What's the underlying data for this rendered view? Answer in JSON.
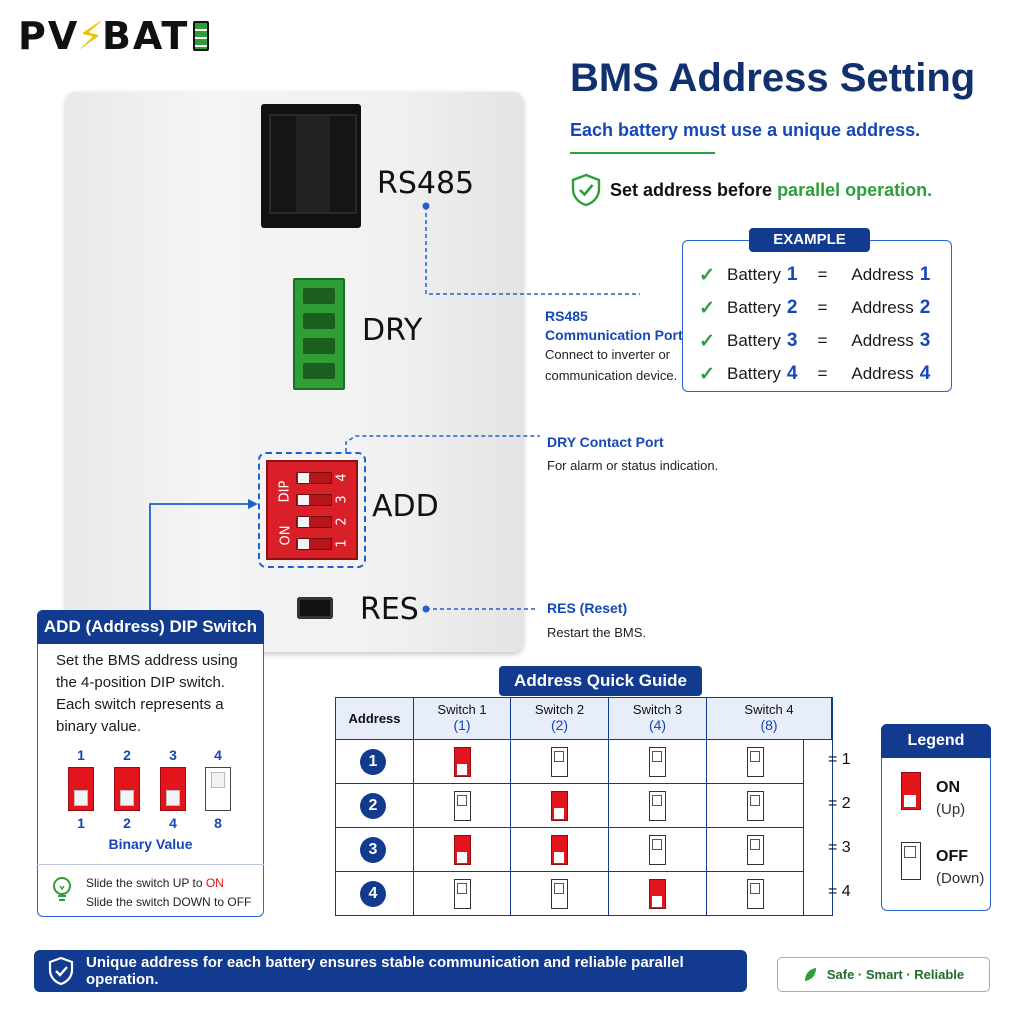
{
  "brand": {
    "logo_text_left": "PV",
    "logo_text_right": "BAT"
  },
  "colors": {
    "navy": "#123a8f",
    "blue": "#1547b8",
    "green": "#2e9e3a",
    "red": "#e3141c"
  },
  "title": "BMS Address Setting",
  "subtitle": "Each battery must use a unique address.",
  "notice": {
    "prefix": "Set address before ",
    "highlight": "parallel operation.",
    "icon": "shield-check-icon"
  },
  "device": {
    "labels": {
      "rs485": "RS485",
      "dry": "DRY",
      "add": "ADD",
      "res": "RES"
    },
    "dip_caption_top": "DIP",
    "dip_caption_bottom": "ON",
    "dip_numbers": [
      "4",
      "3",
      "2",
      "1"
    ]
  },
  "example": {
    "tag": "EXAMPLE",
    "rows": [
      {
        "battery": "Battery",
        "bnum": "1",
        "eq": "=",
        "address": "Address",
        "anum": "1"
      },
      {
        "battery": "Battery",
        "bnum": "2",
        "eq": "=",
        "address": "Address",
        "anum": "2"
      },
      {
        "battery": "Battery",
        "bnum": "3",
        "eq": "=",
        "address": "Address",
        "anum": "3"
      },
      {
        "battery": "Battery",
        "bnum": "4",
        "eq": "=",
        "address": "Address",
        "anum": "4"
      }
    ]
  },
  "callouts": {
    "rs485": {
      "title_line1": "RS485",
      "title_line2": "Communication Port",
      "text_line1": "Connect to inverter or",
      "text_line2": "communication device."
    },
    "dry": {
      "title": "DRY Contact Port",
      "text": "For alarm or status indication."
    },
    "res": {
      "title": "RES (Reset)",
      "text": "Restart the BMS."
    }
  },
  "add_box": {
    "title": "ADD (Address) DIP Switch",
    "desc": "Set the BMS address using the 4-position DIP switch. Each switch represents a binary value.",
    "switch_numbers": [
      "1",
      "2",
      "3",
      "4"
    ],
    "binary_values": [
      "1",
      "2",
      "4",
      "8"
    ],
    "switch_states": [
      "on",
      "on",
      "on",
      "off"
    ],
    "binary_label": "Binary Value",
    "tip_line1_prefix": "Slide the switch UP to ",
    "tip_line1_on": "ON",
    "tip_line2": "Slide the switch DOWN to OFF"
  },
  "quick_guide": {
    "title": "Address Quick Guide",
    "headers": [
      {
        "name": "Address",
        "sub": ""
      },
      {
        "name": "Switch 1",
        "sub": "(1)"
      },
      {
        "name": "Switch 2",
        "sub": "(2)"
      },
      {
        "name": "Switch 3",
        "sub": "(4)"
      },
      {
        "name": "Switch 4",
        "sub": "(8)"
      }
    ],
    "rows": [
      {
        "address": "1",
        "switches": [
          "on",
          "off",
          "off",
          "off"
        ],
        "equals": "= 1"
      },
      {
        "address": "2",
        "switches": [
          "off",
          "on",
          "off",
          "off"
        ],
        "equals": "= 2"
      },
      {
        "address": "3",
        "switches": [
          "on",
          "on",
          "off",
          "off"
        ],
        "equals": "= 3"
      },
      {
        "address": "4",
        "switches": [
          "off",
          "off",
          "on",
          "off"
        ],
        "equals": "= 4"
      }
    ]
  },
  "legend": {
    "title": "Legend",
    "on": {
      "label": "ON",
      "sub": "(Up)"
    },
    "off": {
      "label": "OFF",
      "sub": "(Down)"
    }
  },
  "footer": {
    "banner": "Unique address for each battery ensures stable communication and reliable parallel operation.",
    "tagline": "Safe · Smart · Reliable"
  }
}
